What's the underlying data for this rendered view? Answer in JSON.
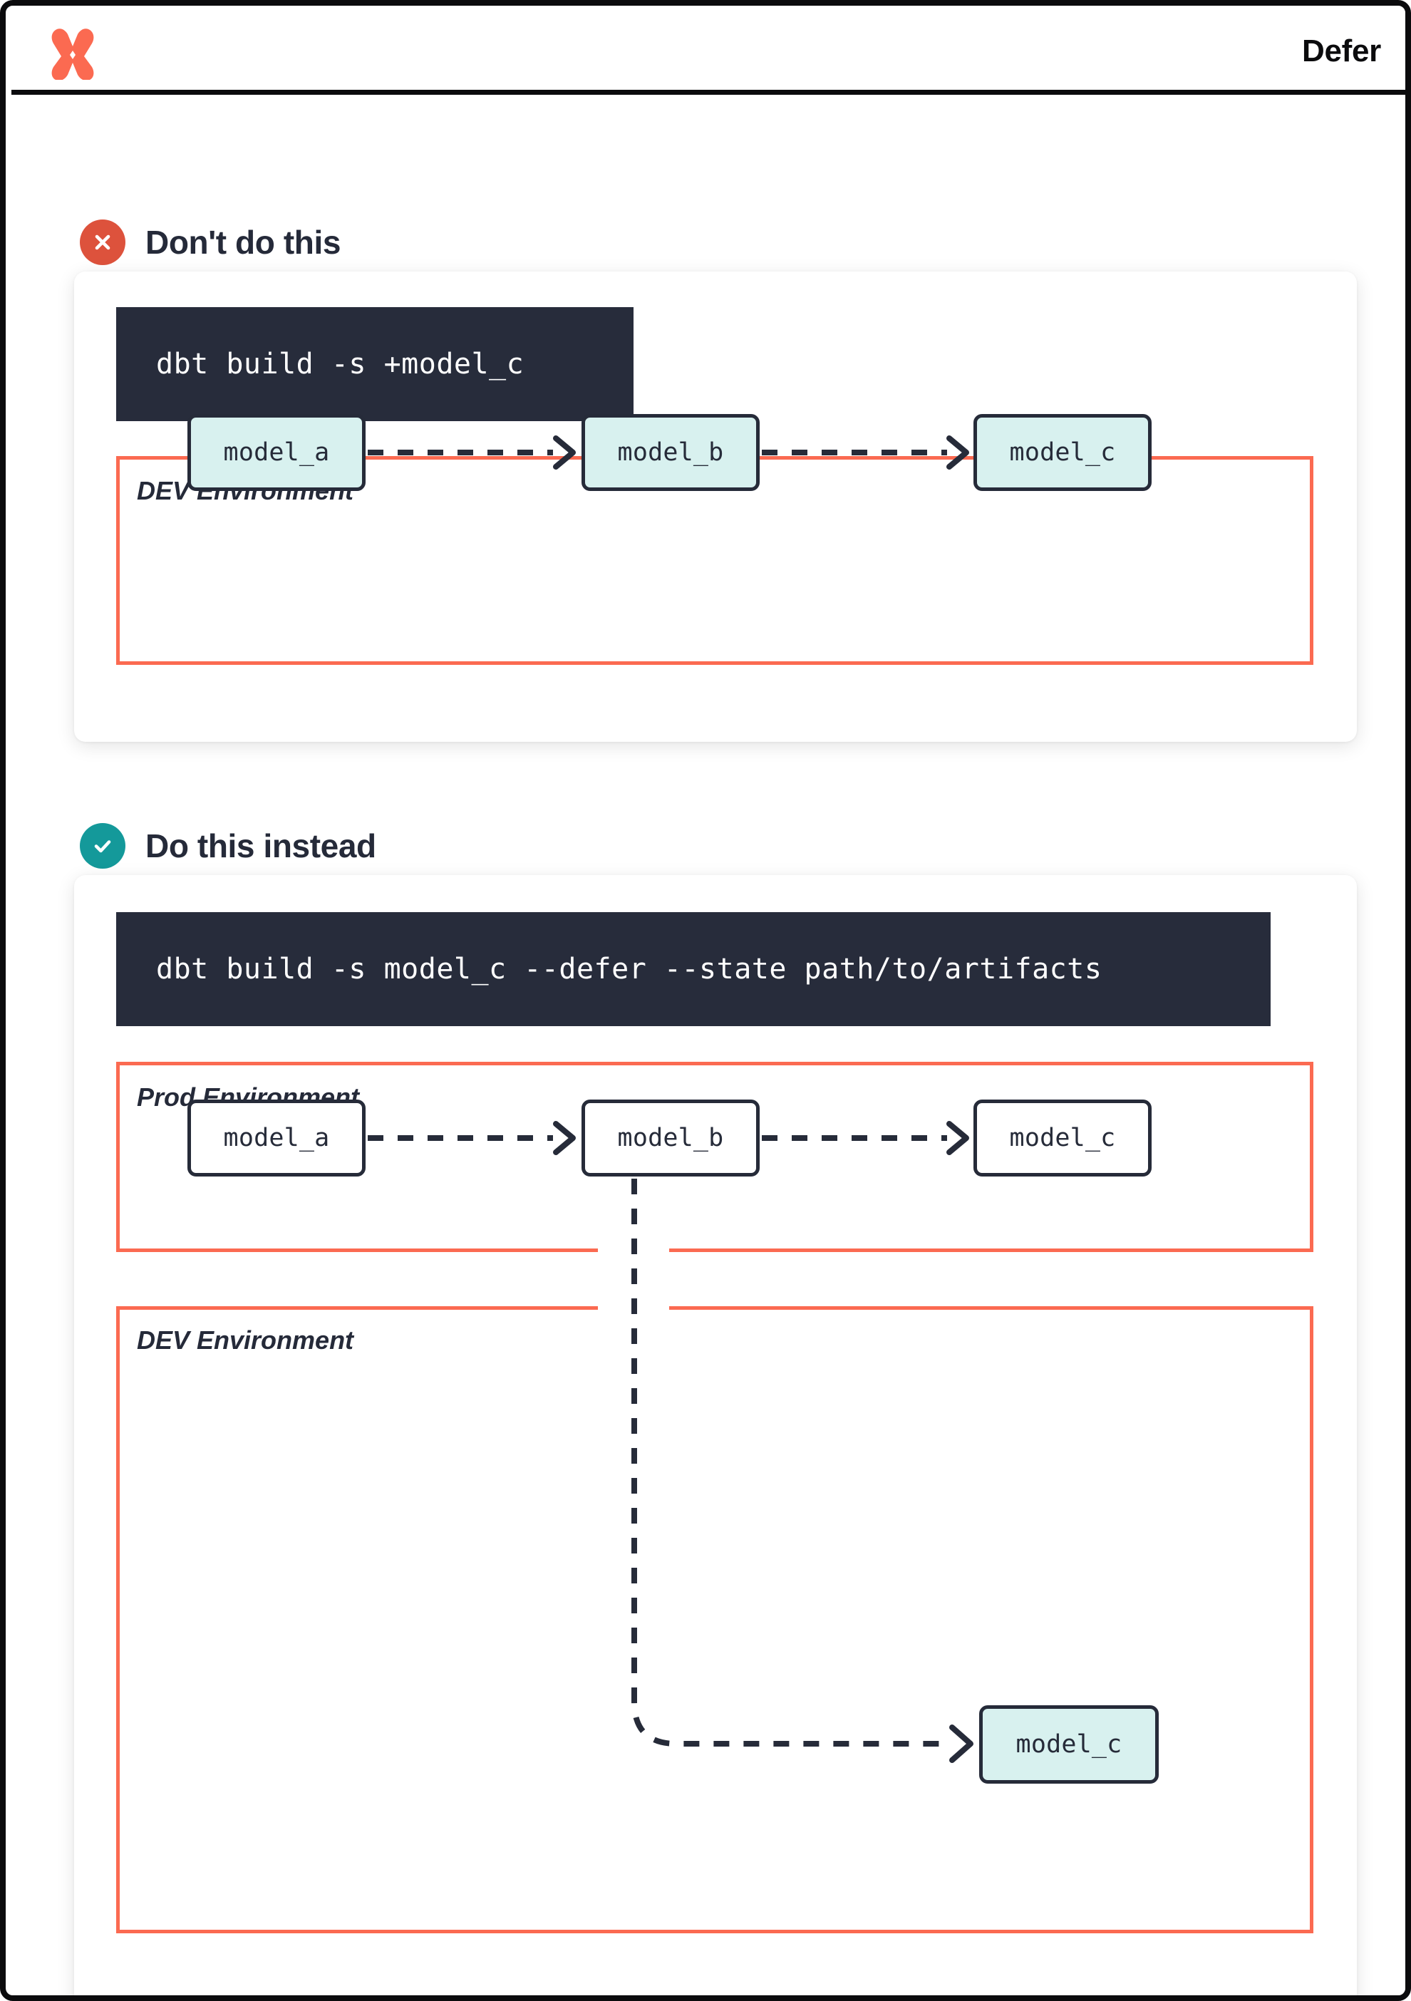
{
  "header": {
    "title": "Defer",
    "logo_icon": "dbt-x-logo-icon",
    "logo_color": "#FB6A51",
    "rule_color": "#0b0b0d"
  },
  "theme": {
    "orange": "#FB6A51",
    "red_badge": "#DD523C",
    "teal_badge": "#14999A",
    "navy": "#252A39",
    "code_bg": "#272C3B",
    "node_teal_fill": "#D8F1EF",
    "node_border": "#262B39",
    "card_bg": "#FFFFFF"
  },
  "sections": [
    {
      "id": "dont",
      "badge_icon": "x-circle-icon",
      "badge_kind": "bad",
      "title": "Don't do this",
      "code": "dbt build -s +model_c",
      "environments": [
        {
          "id": "dev-bad",
          "label": "DEV Environment",
          "nodes": [
            {
              "id": "dev-bad-model-a",
              "label": "model_a",
              "fill": "teal"
            },
            {
              "id": "dev-bad-model-b",
              "label": "model_b",
              "fill": "teal"
            },
            {
              "id": "dev-bad-model-c",
              "label": "model_c",
              "fill": "teal"
            }
          ],
          "edges": [
            {
              "from": "model_a",
              "to": "model_b",
              "style": "dashed-arrow"
            },
            {
              "from": "model_b",
              "to": "model_c",
              "style": "dashed-arrow"
            }
          ]
        }
      ]
    },
    {
      "id": "do",
      "badge_icon": "check-circle-icon",
      "badge_kind": "good",
      "title": "Do this instead",
      "code": "dbt build -s model_c --defer --state path/to/artifacts",
      "environments": [
        {
          "id": "prod-good",
          "label": "Prod Environment",
          "nodes": [
            {
              "id": "prod-model-a",
              "label": "model_a",
              "fill": "plain"
            },
            {
              "id": "prod-model-b",
              "label": "model_b",
              "fill": "plain"
            },
            {
              "id": "prod-model-c",
              "label": "model_c",
              "fill": "plain"
            }
          ],
          "edges": [
            {
              "from": "model_a",
              "to": "model_b",
              "style": "dashed-arrow"
            },
            {
              "from": "model_b",
              "to": "model_c",
              "style": "dashed-arrow"
            }
          ]
        },
        {
          "id": "dev-good",
          "label": "DEV Environment",
          "nodes": [
            {
              "id": "dev-good-model-c",
              "label": "model_c",
              "fill": "teal"
            }
          ],
          "edges": [
            {
              "from": "prod.model_b",
              "to": "dev.model_c",
              "style": "dashed-arrow-crossing"
            }
          ]
        }
      ]
    }
  ]
}
